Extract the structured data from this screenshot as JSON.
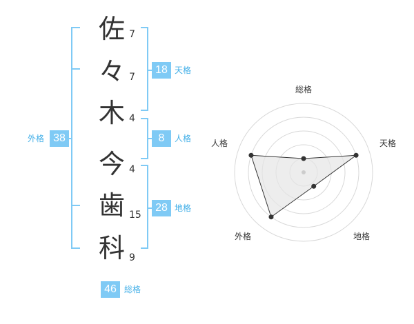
{
  "name": {
    "chars": [
      "佐",
      "々",
      "木",
      "今",
      "歯",
      "科"
    ],
    "strokes": [
      "7",
      "7",
      "4",
      "4",
      "15",
      "9"
    ]
  },
  "fortune": {
    "tenkaku": {
      "label": "天格",
      "value": "18"
    },
    "jinkaku": {
      "label": "人格",
      "value": "8"
    },
    "chikaku": {
      "label": "地格",
      "value": "28"
    },
    "gaikaku": {
      "label": "外格",
      "value": "38"
    },
    "soukaku": {
      "label": "総格",
      "value": "46"
    }
  },
  "colors": {
    "accent": "#7fcaf5",
    "accent_text": "#44b0e8",
    "bracket": "#7fcaf5"
  },
  "radar": {
    "axes": [
      "総格",
      "天格",
      "地格",
      "外格",
      "人格"
    ],
    "values": [
      0.2,
      0.8,
      0.25,
      0.8,
      0.8
    ],
    "max": 1
  }
}
